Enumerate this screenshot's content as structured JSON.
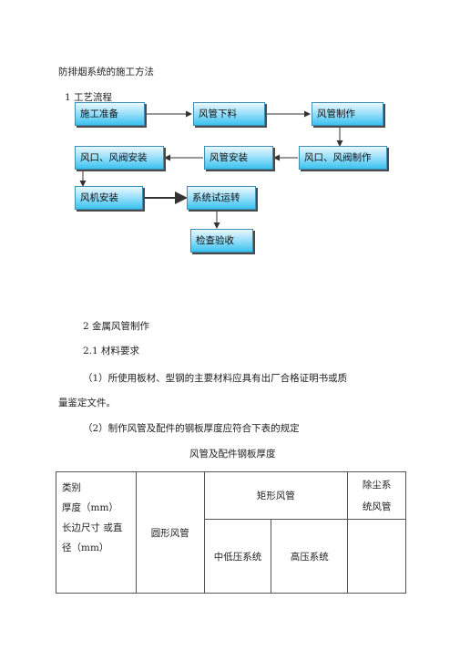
{
  "document": {
    "title": "防排烟系统的施工方法",
    "section1": "1 工艺流程",
    "flow": {
      "step1": "施工准备",
      "step2": "风管下料",
      "step3": "风管制作",
      "step4": "风口、风阀制作",
      "step5": "风管安装",
      "step6": "风口、风阀安装",
      "step7": "风机安装",
      "step8": "系统试运转",
      "step9": "检查验收"
    },
    "section2": "2 金属风管制作",
    "section2_1": "2.1 材料要求",
    "para1_line1": "（1）所使用板材、型钢的主要材料应具有出厂合格证明书或质",
    "para1_line2": "量鉴定文件。",
    "para2": "（2）制作风管及配件的钢板厚度应符合下表的规定",
    "table_title": "风管及配件钢板厚度"
  },
  "table": {
    "header_line1": "类别",
    "header_line2": "厚度（mm）",
    "header_line3": "长边尺寸 或直",
    "header_line4": "径（mm）",
    "col_round": "圆形风管",
    "col_rect": "矩形风管",
    "col_dust_line1": "除尘系",
    "col_dust_line2": "统风管",
    "sub_low": "中低压系统",
    "sub_high": "高压系统"
  }
}
